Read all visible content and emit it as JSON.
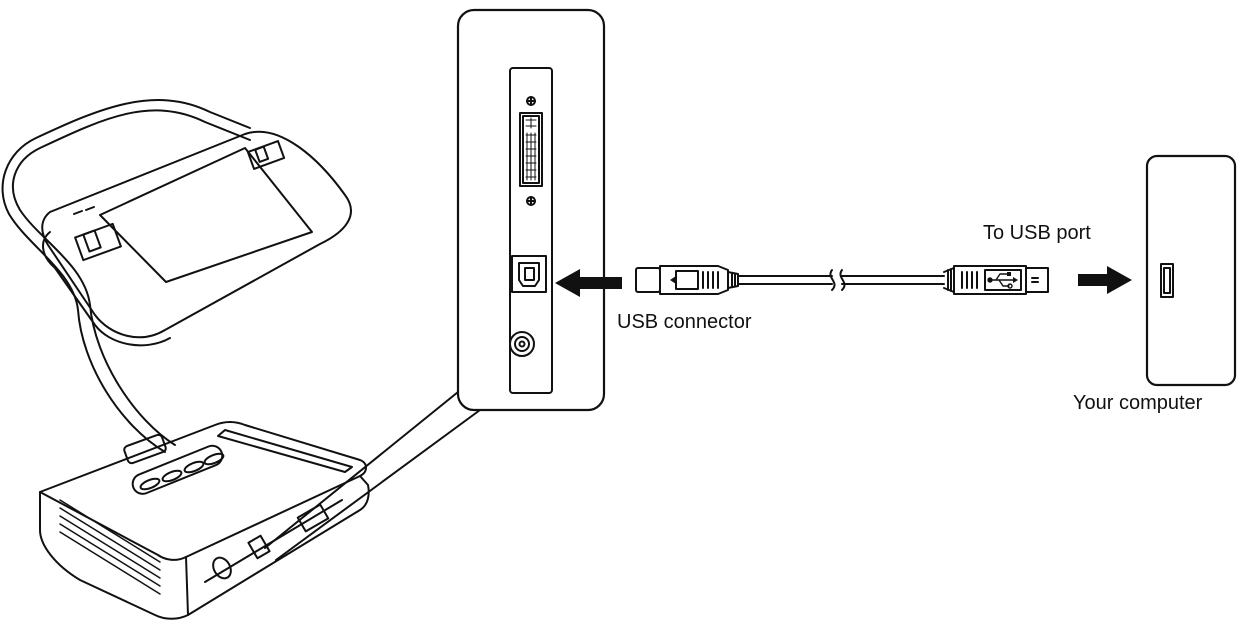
{
  "labels": {
    "usb_connector": "USB connector",
    "to_usb_port": "To USB port",
    "your_computer": "Your computer"
  },
  "colors": {
    "line": "#111111",
    "background": "#ffffff"
  },
  "icons": {
    "tablet": "pen-display-tablet-icon",
    "adapter": "converter-box-icon",
    "dvi_port": "dvi-port-icon",
    "usb_b_port": "usb-b-port-icon",
    "power_jack": "power-jack-icon",
    "usb_b_plug": "usb-b-plug-icon",
    "usb_a_plug": "usb-a-plug-icon",
    "usb_symbol": "usb-trident-icon",
    "computer_port": "usb-a-port-icon"
  }
}
